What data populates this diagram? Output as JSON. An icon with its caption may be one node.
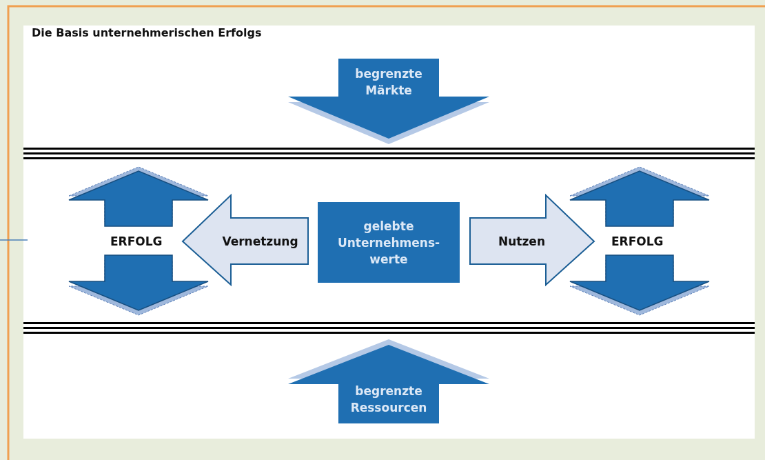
{
  "diagram": {
    "title": "Die Basis unternehmerischen Erfolgs",
    "nodes": [
      {
        "text": [
          "begrenzte Märkte"
        ]
      },
      {
        "text": [
          "Vernetzung"
        ]
      },
      {
        "text": [
          "gelebte Unternehmens- werte"
        ]
      },
      {
        "text": [
          "Nutzen"
        ]
      },
      {
        "text": [
          "begrenzte Ressourcen"
        ]
      }
    ],
    "labels": [
      "ERFOLG",
      "ERFOLG"
    ]
  }
}
